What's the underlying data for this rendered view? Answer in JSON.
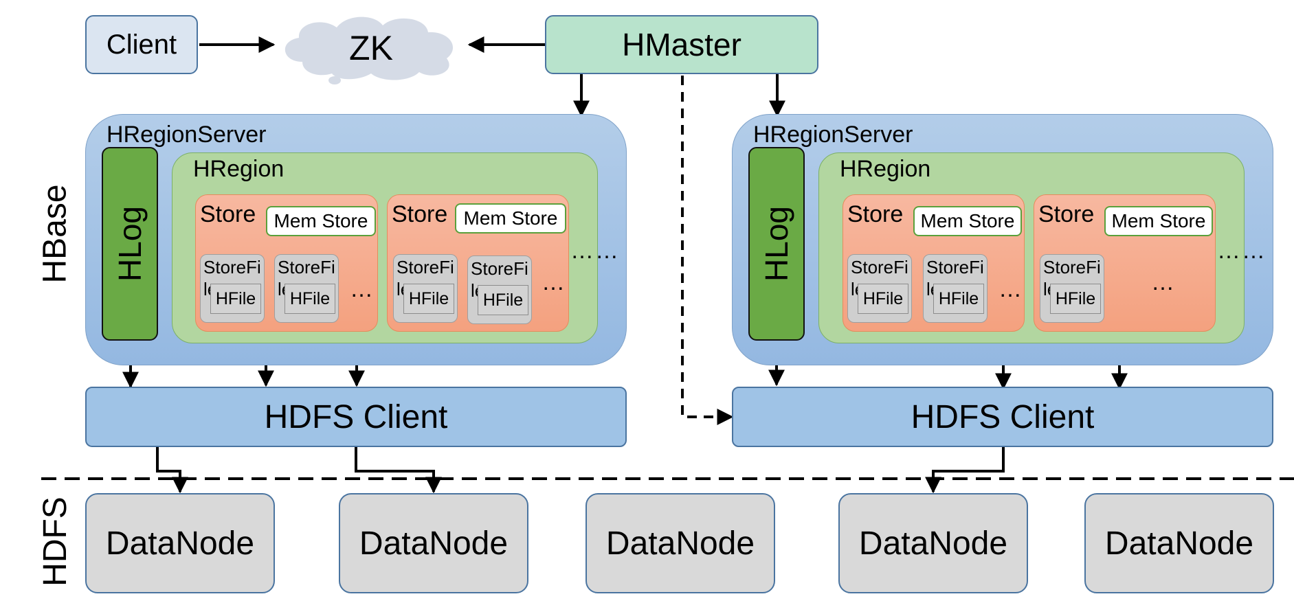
{
  "client": "Client",
  "zk": "ZK",
  "hmaster": "HMaster",
  "side_labels": {
    "hbase": "HBase",
    "hdfs": "HDFS"
  },
  "servers": [
    {
      "label": "HRegionServer",
      "hlog": "HLog",
      "region": {
        "label": "HRegion",
        "stores": [
          {
            "label": "Store",
            "memstore": "Mem Store",
            "storefiles": [
              {
                "label": "StoreFile",
                "hfile": "HFile"
              },
              {
                "label": "StoreFile",
                "hfile": "HFile"
              }
            ],
            "more": "…"
          },
          {
            "label": "Store",
            "memstore": "Mem Store",
            "storefiles": [
              {
                "label": "StoreFile",
                "hfile": "HFile"
              },
              {
                "label": "StoreFile",
                "hfile": "HFile"
              }
            ],
            "more": "…"
          }
        ],
        "more": "……"
      },
      "hdfs_client": "HDFS Client"
    },
    {
      "label": "HRegionServer",
      "hlog": "HLog",
      "region": {
        "label": "HRegion",
        "stores": [
          {
            "label": "Store",
            "memstore": "Mem Store",
            "storefiles": [
              {
                "label": "StoreFile",
                "hfile": "HFile"
              },
              {
                "label": "StoreFile",
                "hfile": "HFile"
              }
            ],
            "more": "…"
          },
          {
            "label": "Store",
            "memstore": "Mem Store",
            "storefiles": [
              {
                "label": "StoreFile",
                "hfile": "HFile"
              }
            ],
            "more": "…"
          }
        ],
        "more": "……"
      },
      "hdfs_client": "HDFS Client"
    }
  ],
  "datanodes": [
    "DataNode",
    "DataNode",
    "DataNode",
    "DataNode",
    "DataNode"
  ]
}
